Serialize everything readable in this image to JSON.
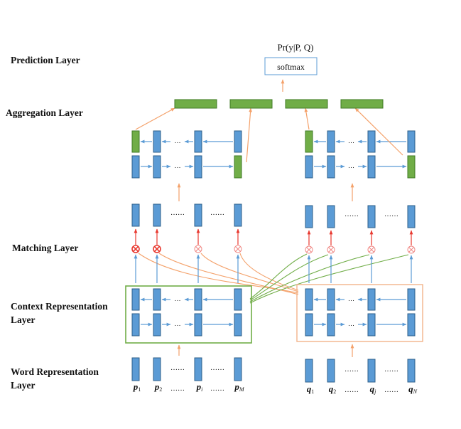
{
  "layers": {
    "prediction": "Prediction Layer",
    "aggregation": "Aggregation Layer",
    "matching": "Matching Layer",
    "context_line1": "Context Representation",
    "context_line2": "Layer",
    "word_line1": "Word Representation",
    "word_line2": "Layer"
  },
  "output": {
    "formula": "Pr(y|P, Q)",
    "softmax": "softmax"
  },
  "dots": {
    "short": "……",
    "tiny": "…",
    "arrow": "…"
  },
  "p_tokens": [
    {
      "base": "p",
      "sub": "1"
    },
    {
      "base": "p",
      "sub": "2"
    },
    {
      "base": "p",
      "sub": "i"
    },
    {
      "base": "p",
      "sub": "M"
    }
  ],
  "q_tokens": [
    {
      "base": "q",
      "sub": "1"
    },
    {
      "base": "q",
      "sub": "2"
    },
    {
      "base": "q",
      "sub": "j"
    },
    {
      "base": "q",
      "sub": "N"
    }
  ],
  "colors": {
    "blue": "#5b9bd5",
    "blue_border": "#2e5f8a",
    "green": "#70ad47",
    "green_border": "#3f7a26",
    "orange": "#f4a16a",
    "red": "#e8382f",
    "text": "#111111"
  }
}
